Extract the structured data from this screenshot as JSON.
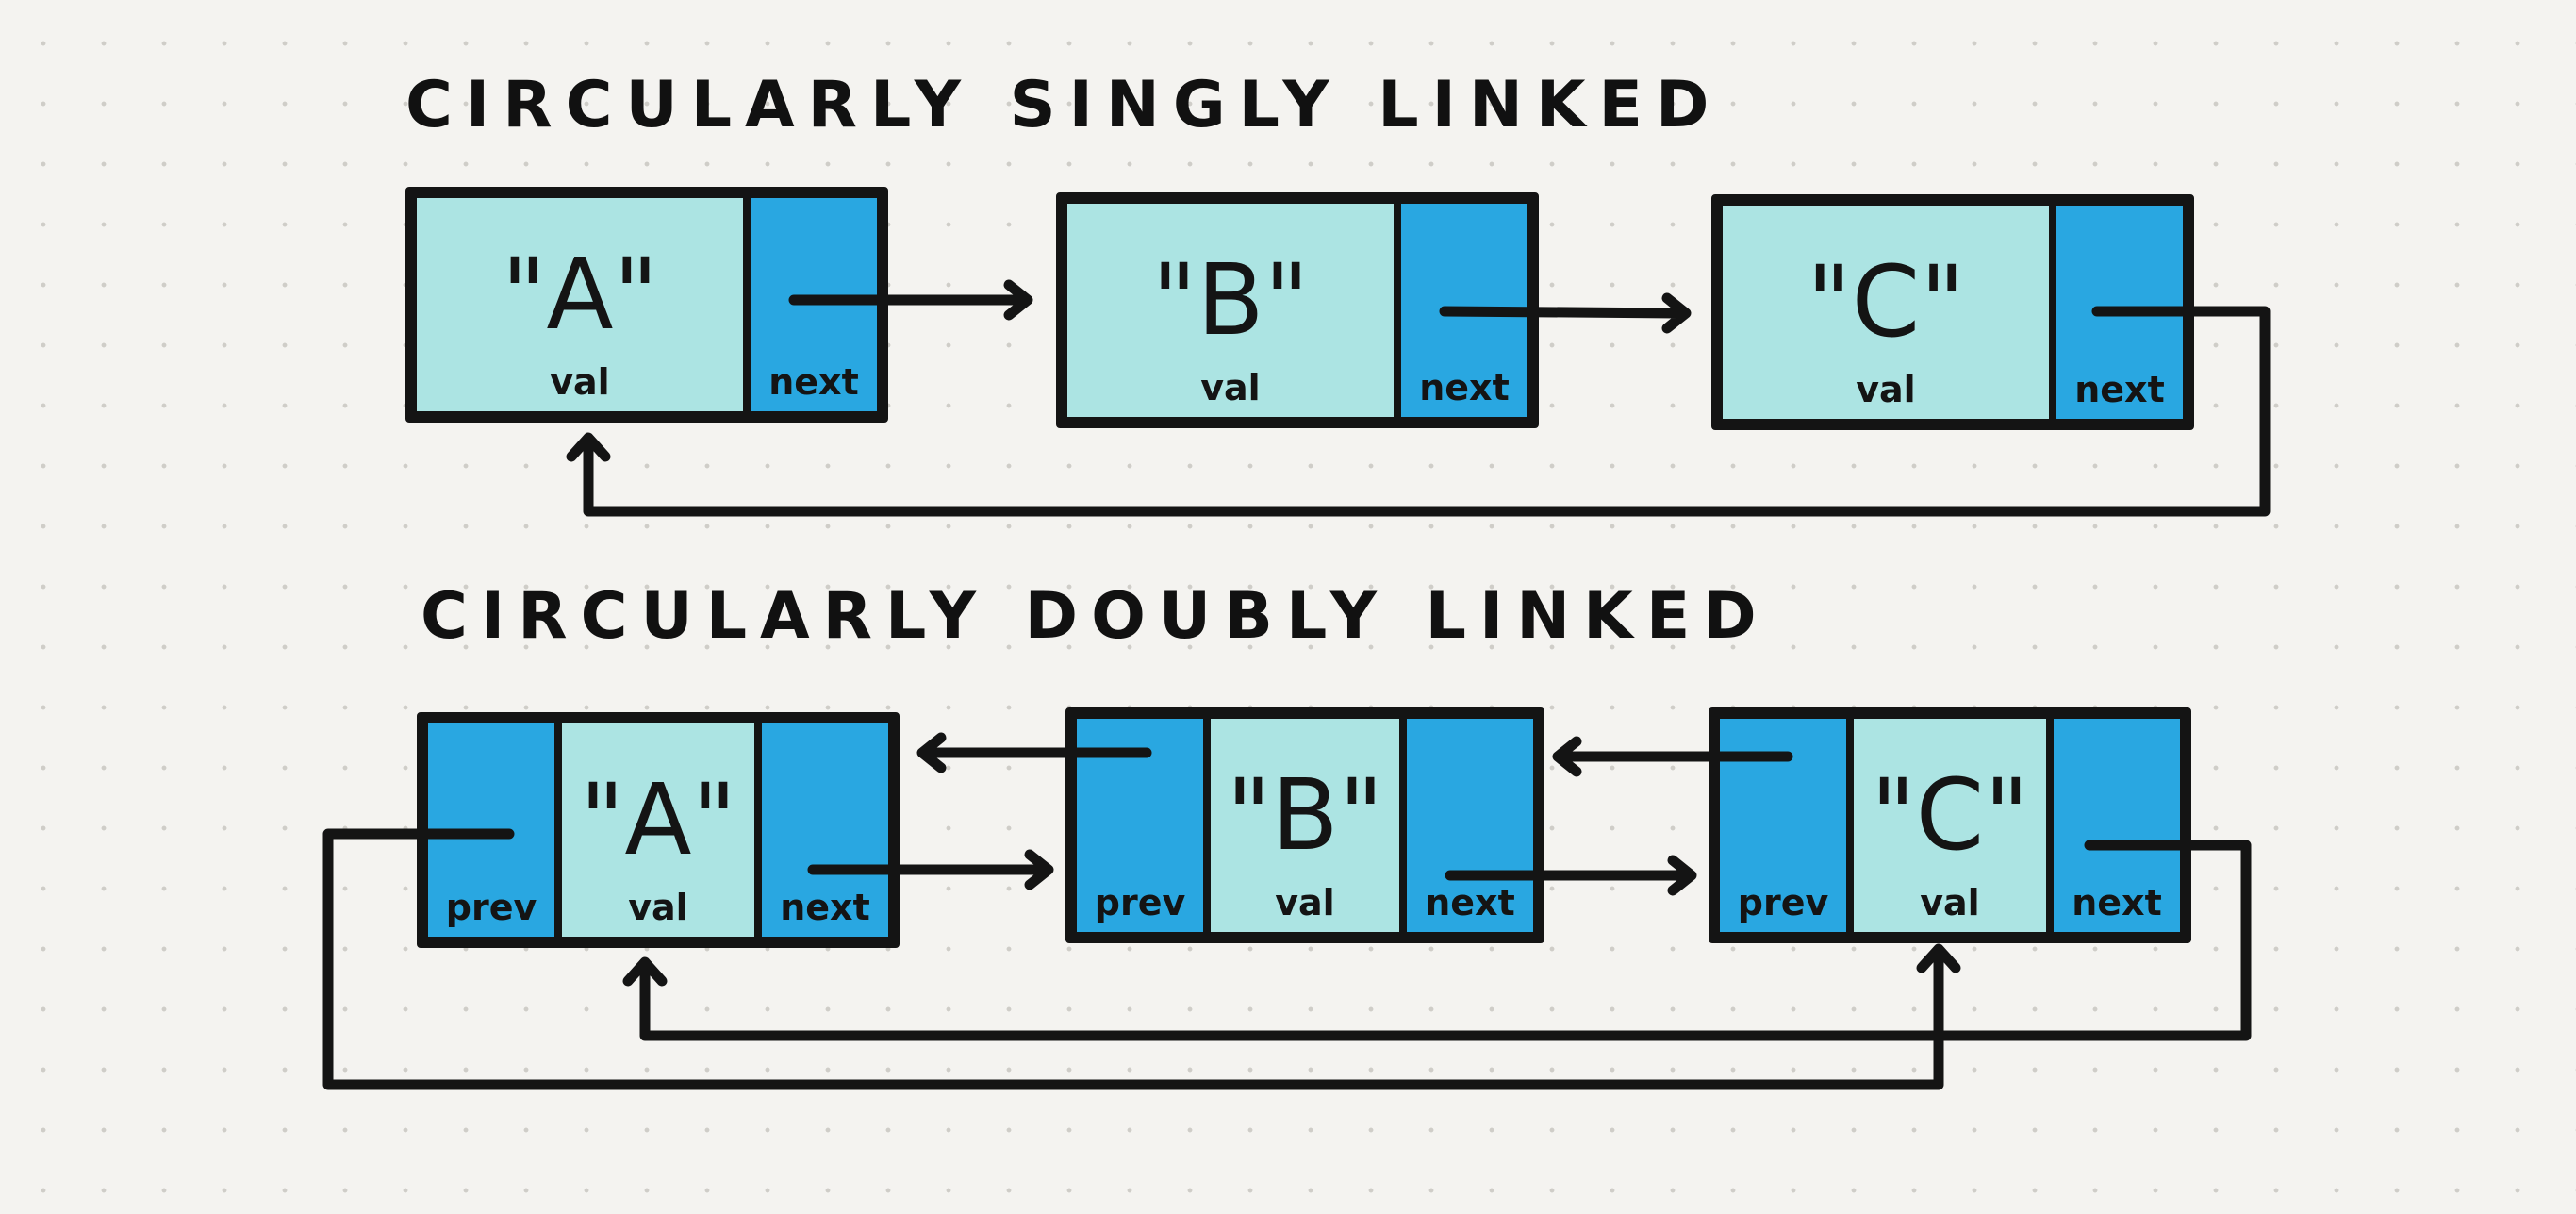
{
  "singly": {
    "title": "CIRCULARLY SINGLY LINKED",
    "nodes": [
      {
        "value": "\"A\"",
        "val_label": "val",
        "next_label": "next"
      },
      {
        "value": "\"B\"",
        "val_label": "val",
        "next_label": "next"
      },
      {
        "value": "\"C\"",
        "val_label": "val",
        "next_label": "next"
      }
    ]
  },
  "doubly": {
    "title": "CIRCULARLY DOUBLY LINKED",
    "nodes": [
      {
        "value": "\"A\"",
        "prev_label": "prev",
        "val_label": "val",
        "next_label": "next"
      },
      {
        "value": "\"B\"",
        "prev_label": "prev",
        "val_label": "val",
        "next_label": "next"
      },
      {
        "value": "\"C\"",
        "prev_label": "prev",
        "val_label": "val",
        "next_label": "next"
      }
    ]
  },
  "colors": {
    "val_cell": "#ace4e3",
    "pointer_cell": "#29a7e1",
    "outline": "#141414",
    "background": "#f4f3f0"
  }
}
